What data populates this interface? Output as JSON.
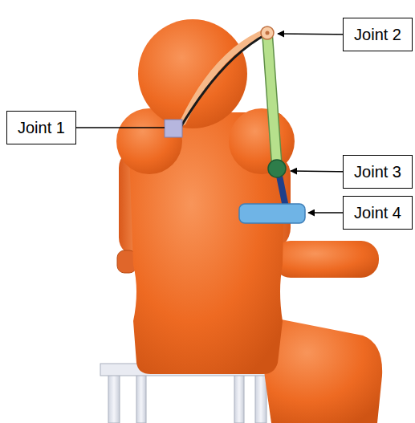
{
  "diagram": {
    "nodes": [
      {
        "text": [
          "Joint 2"
        ]
      },
      {
        "text": [
          "Joint 1"
        ]
      },
      {
        "text": [
          "Joint 3"
        ]
      },
      {
        "text": [
          "Joint 4"
        ]
      }
    ]
  }
}
